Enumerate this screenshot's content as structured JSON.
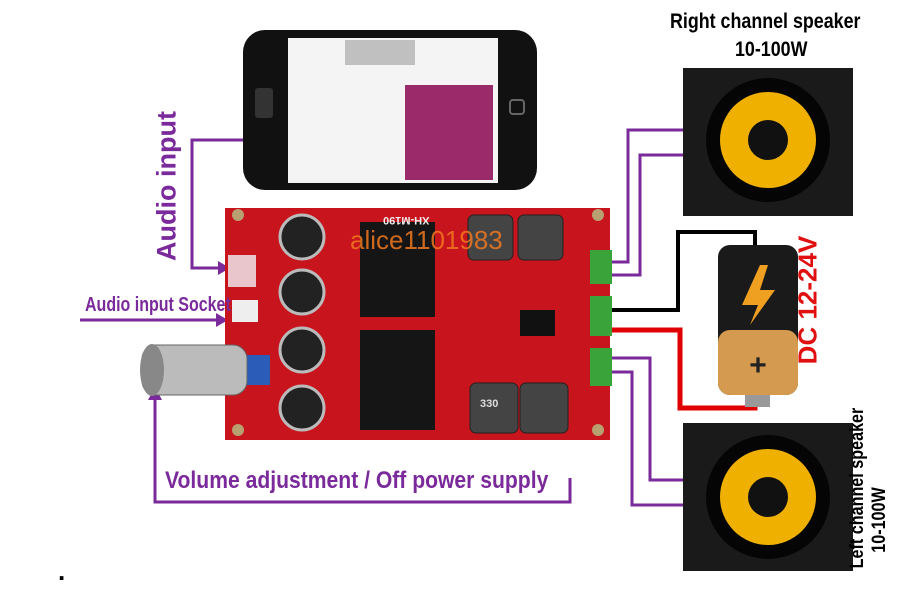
{
  "labels": {
    "right_speaker_line1": "Right channel speaker",
    "right_speaker_line2": "10-100W",
    "left_speaker_line1": "Left channel speaker",
    "left_speaker_line2": "10-100W",
    "power": "DC 12-24V",
    "audio_input": "Audio input",
    "audio_socket": "Audio input Socket",
    "volume": "Volume adjustment / Off power supply",
    "board_marking": "XH-M190",
    "inductor_marking": "330",
    "watermark": "alice1101983",
    "footnote_dot": "."
  },
  "colors": {
    "annotation": "#7a2a9a",
    "power_text": "#e01010",
    "board": "#c8141c",
    "speaker_cone": "#f0b000",
    "positive_wire": "#e00000",
    "negative_wire": "#000000"
  }
}
